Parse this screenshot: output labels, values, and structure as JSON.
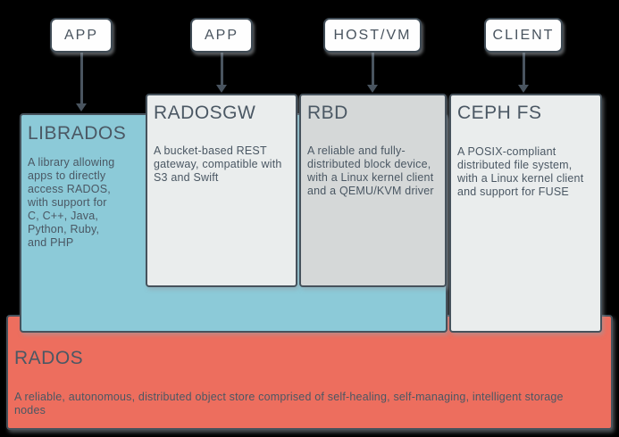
{
  "colors": {
    "background": "#000000",
    "top_node_fill": "#FEFEFE",
    "librados_fill": "#8CCAD8",
    "radosgw_fill": "#EAEDED",
    "rbd_fill": "#D5D8D8",
    "cephfs_fill": "#EAEDED",
    "rados_fill": "#ED6E5E",
    "border": "#46525C",
    "text": "#4A5763"
  },
  "top_nodes": [
    {
      "label": "APP"
    },
    {
      "label": "APP"
    },
    {
      "label": "HOST/VM"
    },
    {
      "label": "CLIENT"
    }
  ],
  "layers": {
    "librados": {
      "title": "LIBRADOS",
      "description": [
        "A library allowing",
        "apps to directly",
        "access RADOS,",
        "with support for",
        "C, C++, Java,",
        "Python, Ruby,",
        "and PHP"
      ]
    },
    "radosgw": {
      "title": "RADOSGW",
      "description": [
        "A bucket-based REST",
        "gateway, compatible with",
        "S3 and Swift"
      ]
    },
    "rbd": {
      "title": "RBD",
      "description": [
        "A reliable and fully-",
        "distributed block device,",
        "with a Linux kernel client",
        "and a QEMU/KVM driver"
      ]
    },
    "cephfs": {
      "title": "CEPH FS",
      "description": [
        "A POSIX-compliant",
        "distributed file system,",
        "with a Linux kernel client",
        "and support for FUSE"
      ]
    },
    "rados": {
      "title": "RADOS",
      "description": [
        "A reliable, autonomous, distributed object store comprised of self-healing, self-managing, intelligent storage",
        "nodes"
      ]
    }
  }
}
